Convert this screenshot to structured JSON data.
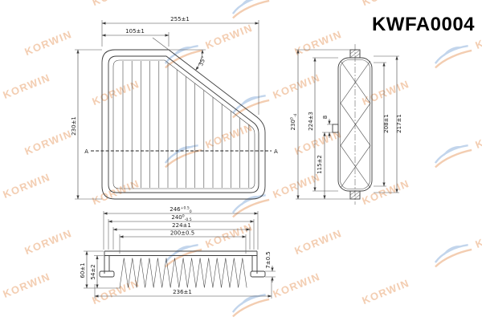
{
  "title": "KWFA0004",
  "watermark": {
    "brand": "KORWIN"
  },
  "colors": {
    "line": "#3c3c3c",
    "dim_text": "#1a1a1a",
    "title_text": "#000000",
    "watermark_orange": "#f2c8a9",
    "watermark_blue": "#bcd1ea",
    "background": "#ffffff"
  },
  "top_view": {
    "dim_overall_width": "255±1",
    "dim_top_edge": "105±1",
    "dim_height": "230±1",
    "angle": "35°",
    "section_label_left": "A",
    "section_label_right": "A"
  },
  "side_view": {
    "dim_overall": {
      "main": "230",
      "sup": "0",
      "sub": "-4"
    },
    "dim_body": "224±3",
    "dim_tab": "8",
    "dim_tab_offset": "115±2",
    "dim_inner": "208±1",
    "dim_outer": "217±1"
  },
  "section_view": {
    "dim_width_outer": {
      "main": "246",
      "sup": "+0.5",
      "sub": "0"
    },
    "dim_width_frame": {
      "main": "240",
      "sup": "0",
      "sub": "-0.5"
    },
    "dim_width_inner": "224±1",
    "dim_width_media": "200±0.5",
    "dim_width_bottom": "236±1",
    "dim_height_outer": "60±1",
    "dim_height_inner": "54±2",
    "dim_step_height": "7±0.5"
  }
}
